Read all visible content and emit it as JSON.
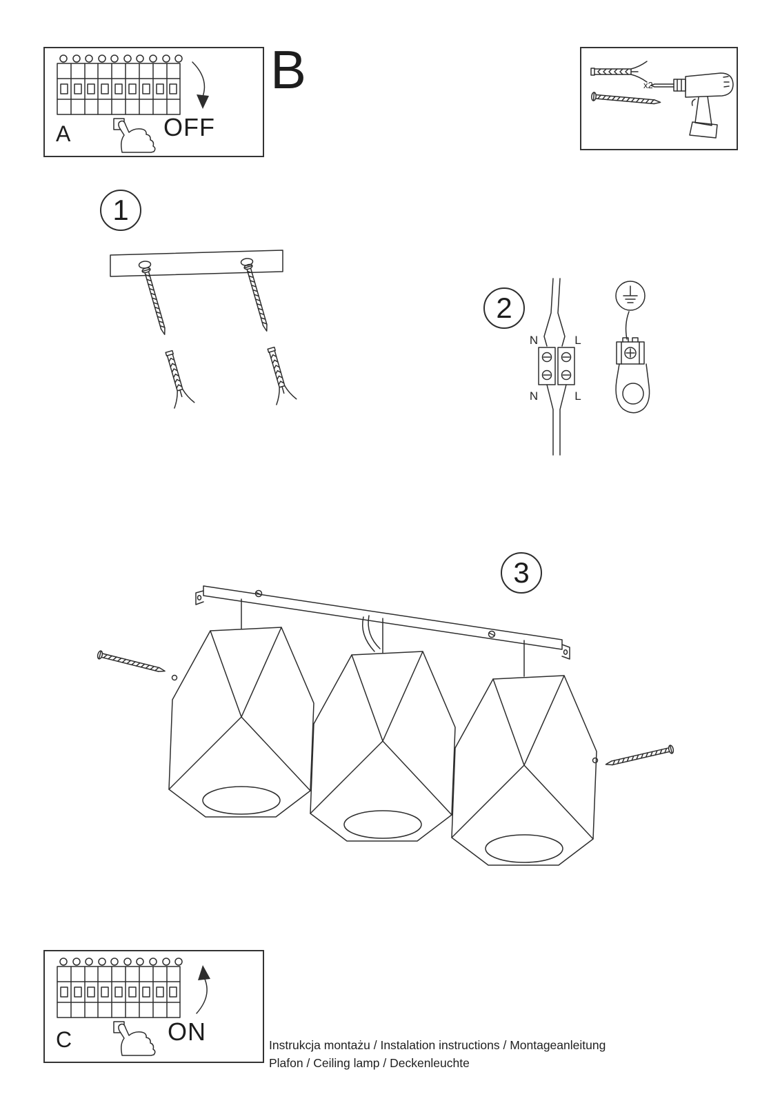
{
  "panel_a": {
    "label": "A",
    "action": "OFF"
  },
  "panel_c": {
    "label": "C",
    "action": "ON"
  },
  "section_b": {
    "label": "B"
  },
  "parts": {
    "anchor_qty": "x2"
  },
  "steps": {
    "one": "1",
    "two": "2",
    "three": "3"
  },
  "wiring": {
    "n_top": "N",
    "l_top": "L",
    "n_bottom": "N",
    "l_bottom": "L"
  },
  "footer": {
    "line1": "Instrukcja montażu / Instalation instructions / Montageanleitung",
    "line2": "Plafon / Ceiling lamp / Deckenleuchte"
  },
  "colors": {
    "ink": "#2d2d2d",
    "paper": "#ffffff"
  }
}
